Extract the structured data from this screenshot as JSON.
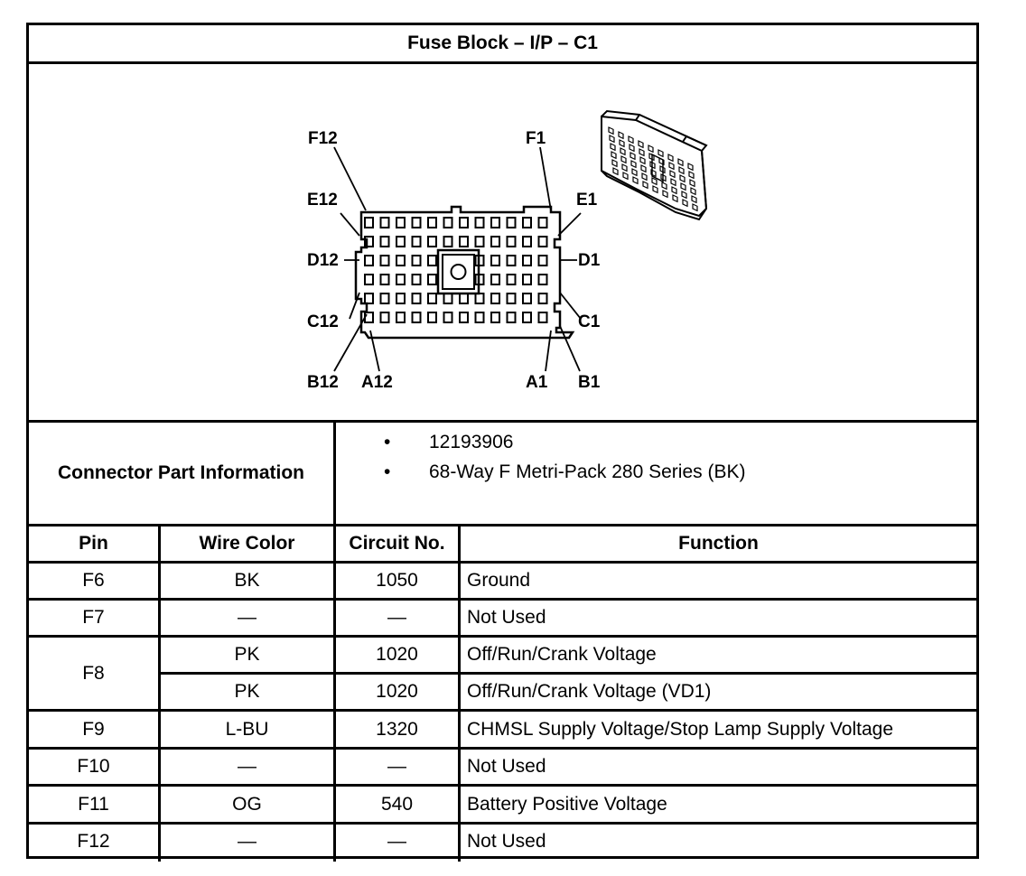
{
  "title": "Fuse Block – I/P – C1",
  "diagram": {
    "pin_labels": {
      "F12": "F12",
      "F1": "F1",
      "E12": "E12",
      "E1": "E1",
      "D12": "D12",
      "D1": "D1",
      "C12": "C12",
      "C1": "C1",
      "B12": "B12",
      "A12": "A12",
      "A1": "A1",
      "B1": "B1"
    }
  },
  "connector_info": {
    "label": "Connector Part Information",
    "items": [
      "12193906",
      "68-Way F Metri-Pack 280 Series (BK)"
    ]
  },
  "table": {
    "headers": {
      "pin": "Pin",
      "wire_color": "Wire Color",
      "circuit": "Circuit No.",
      "function": "Function"
    },
    "rows": [
      {
        "pin": "F6",
        "wire_color": "BK",
        "circuit": "1050",
        "function": "Ground"
      },
      {
        "pin": "F7",
        "wire_color": "—",
        "circuit": "—",
        "function": "Not Used"
      },
      {
        "pin": "F8",
        "wire_color": "PK",
        "circuit": "1020",
        "function": "Off/Run/Crank Voltage"
      },
      {
        "pin": "",
        "wire_color": "PK",
        "circuit": "1020",
        "function": "Off/Run/Crank Voltage (VD1)"
      },
      {
        "pin": "F9",
        "wire_color": "L-BU",
        "circuit": "1320",
        "function": "CHMSL Supply Voltage/Stop Lamp Supply Voltage"
      },
      {
        "pin": "F10",
        "wire_color": "—",
        "circuit": "—",
        "function": "Not Used"
      },
      {
        "pin": "F11",
        "wire_color": "OG",
        "circuit": "540",
        "function": "Battery Positive Voltage"
      },
      {
        "pin": "F12",
        "wire_color": "—",
        "circuit": "—",
        "function": "Not Used"
      }
    ]
  }
}
